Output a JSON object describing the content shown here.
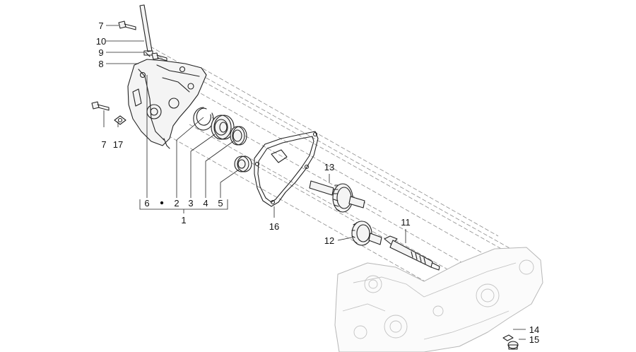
{
  "diagram": {
    "callouts": {
      "c7a": "7",
      "c10": "10",
      "c9": "9",
      "c8": "8",
      "c7b": "7",
      "c17": "17",
      "c6": "6",
      "c2": "2",
      "c3": "3",
      "c4": "4",
      "c5": "5",
      "c1": "1",
      "c16": "16",
      "c13": "13",
      "c12": "12",
      "c11": "11",
      "c14": "14",
      "c15": "15"
    },
    "colors": {
      "line": "#222222",
      "ghost": "#b7b7b7",
      "dashed": "#8a8a8a",
      "background": "#ffffff"
    }
  }
}
